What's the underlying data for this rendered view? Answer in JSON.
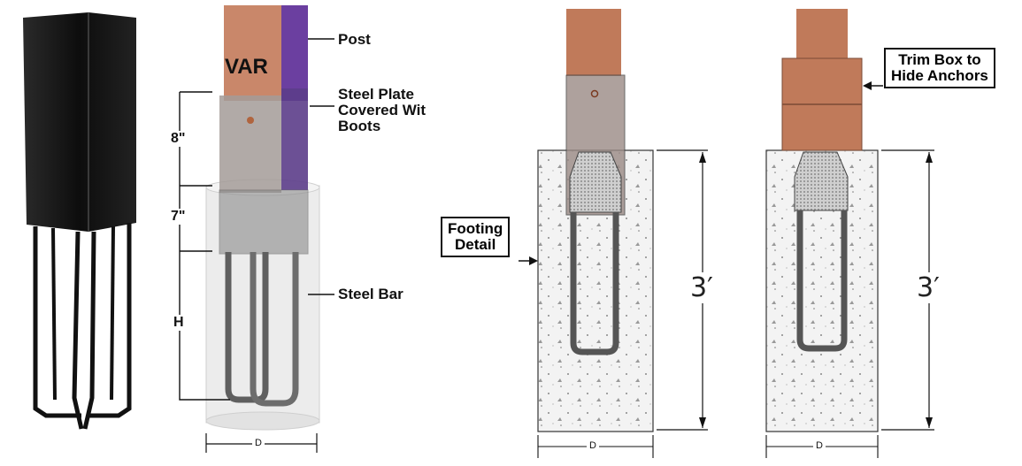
{
  "labels": {
    "var": "VAR",
    "post": "Post",
    "steel_plate_1": "Steel Plate",
    "steel_plate_2": "Covered Wit",
    "steel_plate_3": "Boots",
    "steel_bar": "Steel Bar",
    "dim_8": "8\"",
    "dim_7": "7\"",
    "dim_h": "H",
    "dim_d": "D",
    "footing_1": "Footing",
    "footing_2": "Detail",
    "trim_1": "Trim Box to",
    "trim_2": "Hide Anchors",
    "depth_left": "3′",
    "depth_right": "3′"
  },
  "colors": {
    "post_wood": "#c9876a",
    "post_side": "#6b3fa0",
    "black_bracket": "#151515",
    "steel_gray": "#6f6f6f",
    "concrete": "#f2f2f2",
    "trim_box": "#c07a5a"
  }
}
